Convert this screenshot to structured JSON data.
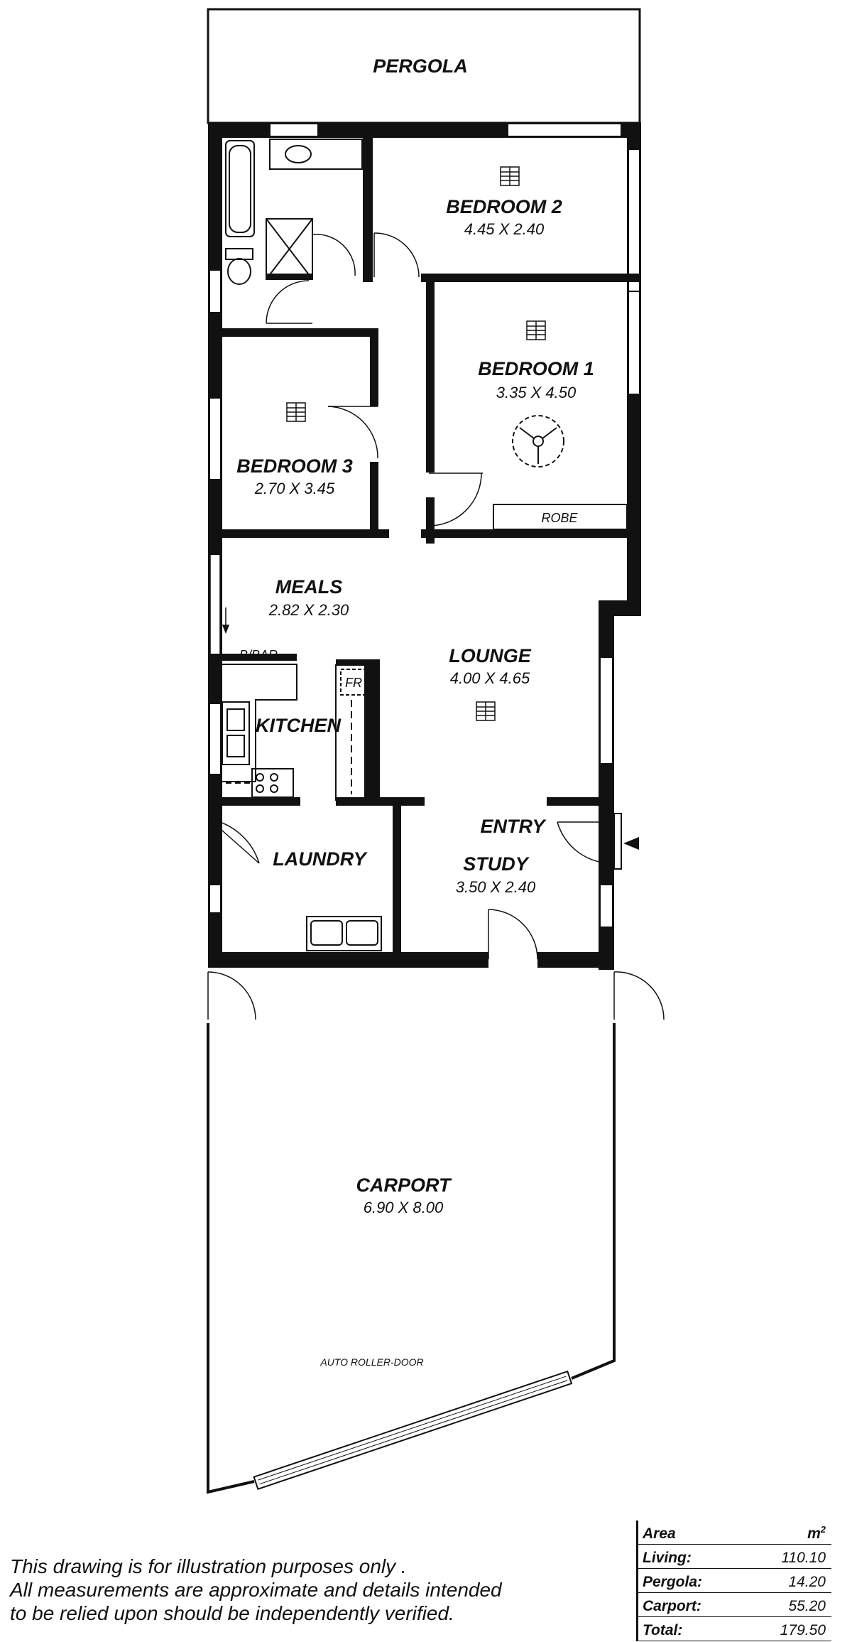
{
  "rooms": {
    "pergola": {
      "name": "PERGOLA"
    },
    "bedroom2": {
      "name": "BEDROOM 2",
      "dims": "4.45 X 2.40"
    },
    "bedroom1": {
      "name": "BEDROOM 1",
      "dims": "3.35 X 4.50"
    },
    "bedroom3": {
      "name": "BEDROOM 3",
      "dims": "2.70 X 3.45"
    },
    "robe": {
      "name": "ROBE"
    },
    "meals": {
      "name": "MEALS",
      "dims": "2.82 X 2.30"
    },
    "lounge": {
      "name": "LOUNGE",
      "dims": "4.00 X 4.65"
    },
    "bbar": {
      "name": "B/BAR"
    },
    "fr": {
      "name": "FR"
    },
    "kitchen": {
      "name": "KITCHEN"
    },
    "entry": {
      "name": "ENTRY"
    },
    "laundry": {
      "name": "LAUNDRY"
    },
    "study": {
      "name": "STUDY",
      "dims": "3.50 X 2.40"
    },
    "carport": {
      "name": "CARPORT",
      "dims": "6.90 X 8.00"
    },
    "roller_door": {
      "name": "AUTO ROLLER-DOOR"
    }
  },
  "disclaimer": [
    "This drawing is for illustration purposes only .",
    "All measurements are approximate and details intended",
    "to be relied upon should be independently verified."
  ],
  "area_table": {
    "header": "Area",
    "unit": "m",
    "unit_exp": "2",
    "rows": [
      {
        "label": "Living:",
        "value": "110.10"
      },
      {
        "label": "Pergola:",
        "value": "14.20"
      },
      {
        "label": "Carport:",
        "value": "55.20"
      },
      {
        "label": "Total:",
        "value": "179.50"
      }
    ]
  }
}
